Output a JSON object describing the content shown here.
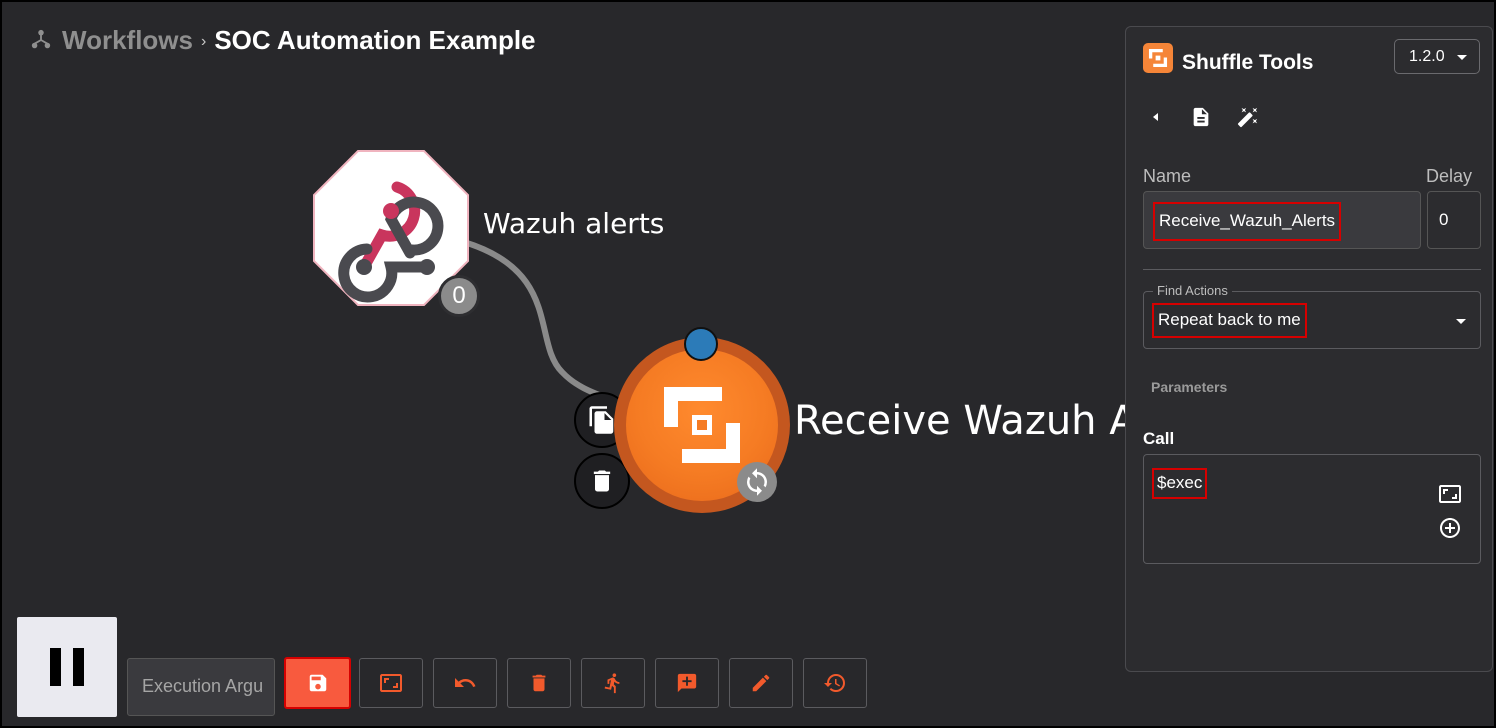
{
  "breadcrumb": {
    "icon": "workflow-icon",
    "parent": "Workflows",
    "separator": "›",
    "current": "SOC Automation Example"
  },
  "nodes": {
    "webhook": {
      "label": "Wazuh alerts",
      "icon": "webhook-icon",
      "badge": "0",
      "color": "#c9355d"
    },
    "shuffle_tools": {
      "label": "Receive Wazuh A",
      "icon": "shuffle-logo-icon",
      "color": "#f57b23",
      "status_dot_color": "#2c7bb8"
    }
  },
  "panel": {
    "app_title": "Shuffle Tools",
    "version": "1.2.0",
    "name_label": "Name",
    "name_value": "Receive_Wazuh_Alerts",
    "delay_label": "Delay",
    "delay_value": "0",
    "find_actions_label": "Find Actions",
    "action_value": "Repeat back to me",
    "parameters_label": "Parameters",
    "call_label": "Call",
    "call_value": "$exec",
    "highlight_color": "#d60000"
  },
  "toolbar": {
    "execution_args_placeholder": "Execution Argu",
    "save_color": "#f85a3e",
    "icons": [
      "pause-icon",
      "save-icon",
      "fit-screen-icon",
      "undo-icon",
      "delete-icon",
      "run-icon",
      "comment-icon",
      "edit-icon",
      "history-icon"
    ]
  },
  "accent_color": "#f25a2c"
}
